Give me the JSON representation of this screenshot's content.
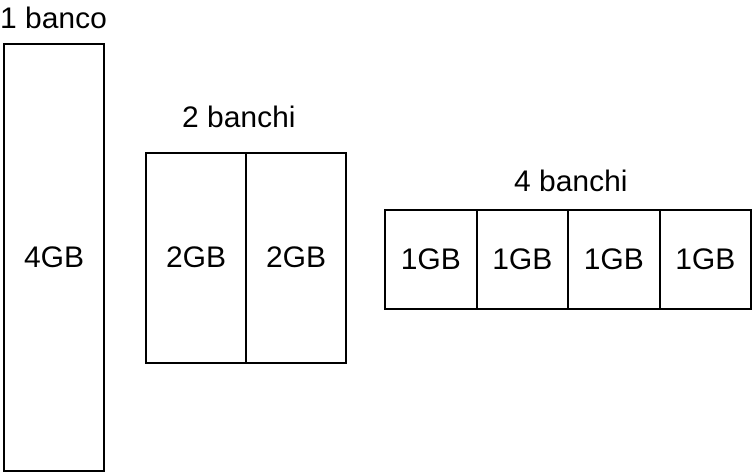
{
  "groups": [
    {
      "title": "1 banco",
      "modules": [
        "4GB"
      ]
    },
    {
      "title": "2 banchi",
      "modules": [
        "2GB",
        "2GB"
      ]
    },
    {
      "title": "4 banchi",
      "modules": [
        "1GB",
        "1GB",
        "1GB",
        "1GB"
      ]
    }
  ]
}
